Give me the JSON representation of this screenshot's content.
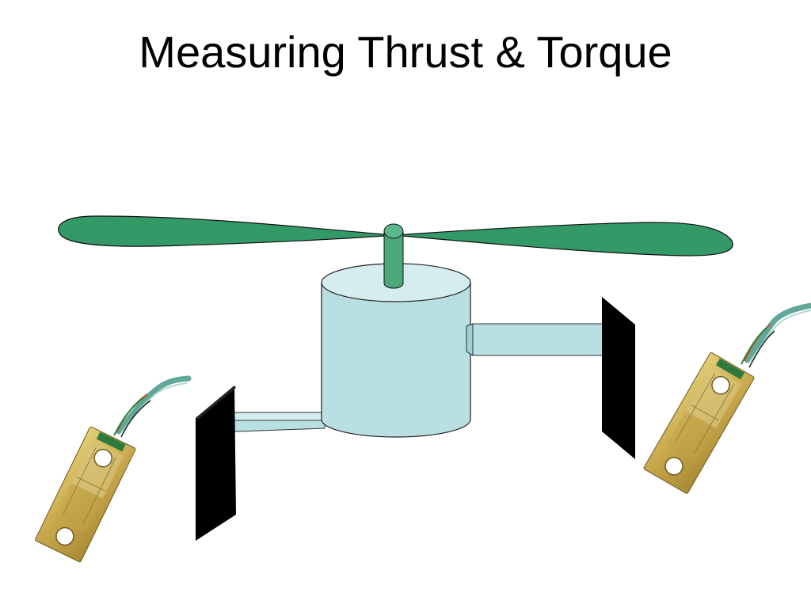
{
  "slide": {
    "title": "Measuring Thrust & Torque"
  },
  "colors": {
    "propeller": "#339966",
    "motor_body": "#b8dfe2",
    "motor_top": "#d6edef",
    "support_plate": "#000000",
    "load_cell_gold": "#c8a84a",
    "load_cell_cable": "#5fa89a"
  },
  "figure": {
    "parts": [
      "propeller",
      "motor",
      "motor-shaft",
      "support-arm",
      "support-plate",
      "load-cell"
    ]
  }
}
